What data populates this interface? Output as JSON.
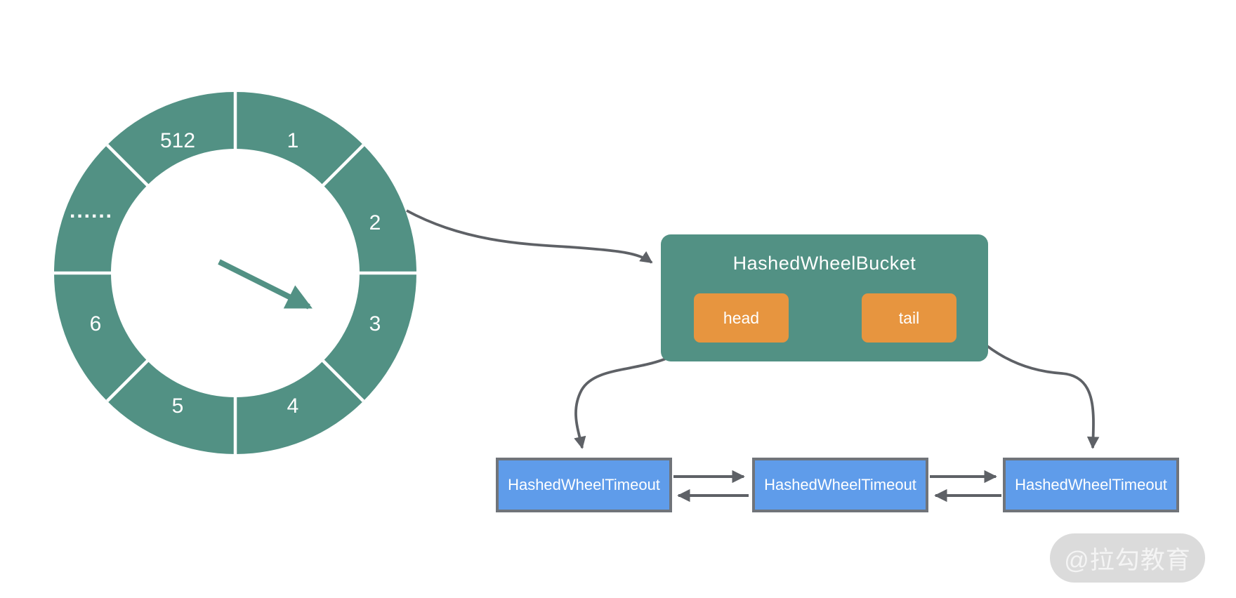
{
  "wheel": {
    "slots": [
      "1",
      "2",
      "3",
      "4",
      "5",
      "6",
      "......",
      "512"
    ],
    "ring_color": "#529184",
    "divider_color": "#ffffff",
    "label_color": "#ffffff"
  },
  "bucket": {
    "title": "HashedWheelBucket",
    "head_label": "head",
    "tail_label": "tail",
    "box_color": "#529184",
    "node_color": "#E7953F"
  },
  "timeouts": [
    {
      "label": "HashedWheelTimeout"
    },
    {
      "label": "HashedWheelTimeout"
    },
    {
      "label": "HashedWheelTimeout"
    }
  ],
  "watermark": {
    "text": "@拉勾教育",
    "bg_color": "#DBDBDB",
    "text_color": "#F4F4F4"
  },
  "colors": {
    "connector_gray": "#5E6166",
    "timeout_fill": "#5F9CEA",
    "timeout_border": "#70747A",
    "background": "#ffffff"
  }
}
